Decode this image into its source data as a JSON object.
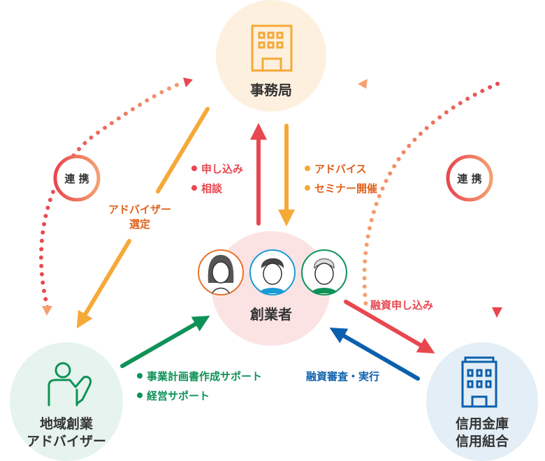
{
  "nodes": {
    "office": {
      "label": "事務局"
    },
    "founder": {
      "label": "創業者"
    },
    "advisor": {
      "label_line1": "地域創業",
      "label_line2": "アドバイザー"
    },
    "bank": {
      "label_line1": "信用金庫",
      "label_line2": "信用組合"
    }
  },
  "links": {
    "partner_left": "連 携",
    "partner_right": "連 携",
    "advisor_select_line1": "アドバイザー",
    "advisor_select_line2": "選定",
    "founder_to_office": [
      "申し込み",
      "相談"
    ],
    "office_to_founder": [
      "アドバイス",
      "セミナー開催"
    ],
    "advisor_to_founder": [
      "事業計画書作成サポート",
      "経営サポート"
    ],
    "founder_to_bank": "融資申し込み",
    "bank_to_founder": "融資審査・実行"
  },
  "colors": {
    "red": "#e8474f",
    "orange": "#f5a937",
    "orange_text": "#e0611c",
    "green": "#0e9257",
    "blue": "#0b60ad",
    "office_bg": "#fdf0de",
    "founder_bg": "#fbe3e4",
    "advisor_bg": "#e6f3ee",
    "bank_bg": "#e3eef6"
  }
}
